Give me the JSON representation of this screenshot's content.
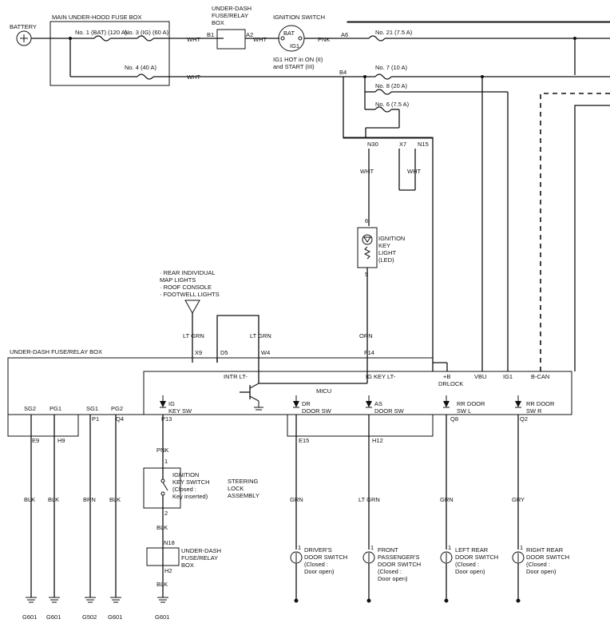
{
  "diagram": {
    "battery": "BATTERY",
    "main_fuse_box": "MAIN UNDER-HOOD FUSE BOX",
    "fuse_1": "No. 1 (BAT) (120 A)",
    "fuse_3": "No. 3 (IG) (60 A)",
    "fuse_4": "No. 4 (40 A)",
    "under_dash_relay_top": [
      "UNDER-DASH",
      "FUSE/RELAY",
      "BOX"
    ],
    "b1": "B1",
    "a2": "A2",
    "b4": "B4",
    "a6": "A6",
    "wht": "WHT",
    "pnk": "PNK",
    "ignition_switch": "IGNITION SWITCH",
    "ig_bat": "BAT",
    "ig_ig1": "IG1",
    "ig_note": [
      "IG1 HOT in ON (II)",
      "and START (III)"
    ],
    "fuse_21": "No. 21 (7.5 A)",
    "fuse_7": "No. 7 (10 A)",
    "fuse_8": "No. 8 (20 A)",
    "fuse_6": "No. 6 (7.5 A)",
    "n30": "N30",
    "x7": "X7",
    "n15": "N15",
    "ign_key_light": [
      "IGNITION",
      "KEY",
      "LIGHT",
      "(LED)"
    ],
    "pin6": "6",
    "pin5": "5",
    "rear_lights": [
      "· REAR INDIVIDUAL",
      "  MAP LIGHTS",
      "· ROOF CONSOLE",
      "· FOOTWELL LIGHTS"
    ],
    "lt_grn": "LT GRN",
    "orn": "ORN",
    "x9": "X9",
    "d5": "D5",
    "w4": "W4",
    "f14": "F14",
    "under_dash_box_label": "UNDER-DASH FUSE/RELAY BOX",
    "intr_lt": "INTR LT-",
    "ig_key_lt": "IG KEY LT-",
    "plus_b": "+B",
    "drlock": "DRLOCK",
    "vbu": "VBU",
    "ig1": "IG1",
    "bcan": "B-CAN",
    "micu": "MICU",
    "sg2": "SG2",
    "pg1": "PG1",
    "sg1": "SG1",
    "pg2": "PG2",
    "ig_key_sw": [
      "IG",
      "KEY SW"
    ],
    "p13": "P13",
    "dr_door_sw": [
      "DR",
      "DOOR SW"
    ],
    "as_door_sw": [
      "AS",
      "DOOR SW"
    ],
    "rr_door_sw_l": [
      "RR DOOR",
      "SW L"
    ],
    "rr_door_sw_r": [
      "RR DOOR",
      "SW R"
    ],
    "e9": "E9",
    "h9": "H9",
    "p1": "P1",
    "q4": "Q4",
    "e15": "E15",
    "h12": "H12",
    "q8": "Q8",
    "q2": "Q2",
    "blk": "BLK",
    "brn": "BRN",
    "grn": "GRN",
    "gry": "GRY",
    "pin1": "1",
    "pin2": "2",
    "ign_key_switch": [
      "IGNITION",
      "KEY SWITCH",
      "(Closed :",
      "Key inserted)"
    ],
    "steering_lock": [
      "STEERING",
      "LOCK",
      "ASSEMBLY"
    ],
    "n18": "N18",
    "h2": "H2",
    "under_dash_relay_bottom": [
      "UNDER-DASH",
      "FUSE/RELAY",
      "BOX"
    ],
    "driver_door": [
      "DRIVER'S",
      "DOOR SWITCH",
      "(Closed :",
      "Door open)"
    ],
    "front_pass_door": [
      "FRONT",
      "PASSENGER'S",
      "DOOR SWITCH",
      "(Closed :",
      "Door open)"
    ],
    "left_rear_door": [
      "LEFT REAR",
      "DOOR SWITCH",
      "(Closed :",
      "Door open)"
    ],
    "right_rear_door": [
      "RIGHT REAR",
      "DOOR SWITCH",
      "(Closed :",
      "Door open)"
    ],
    "g601": "G601",
    "g502": "G502"
  }
}
